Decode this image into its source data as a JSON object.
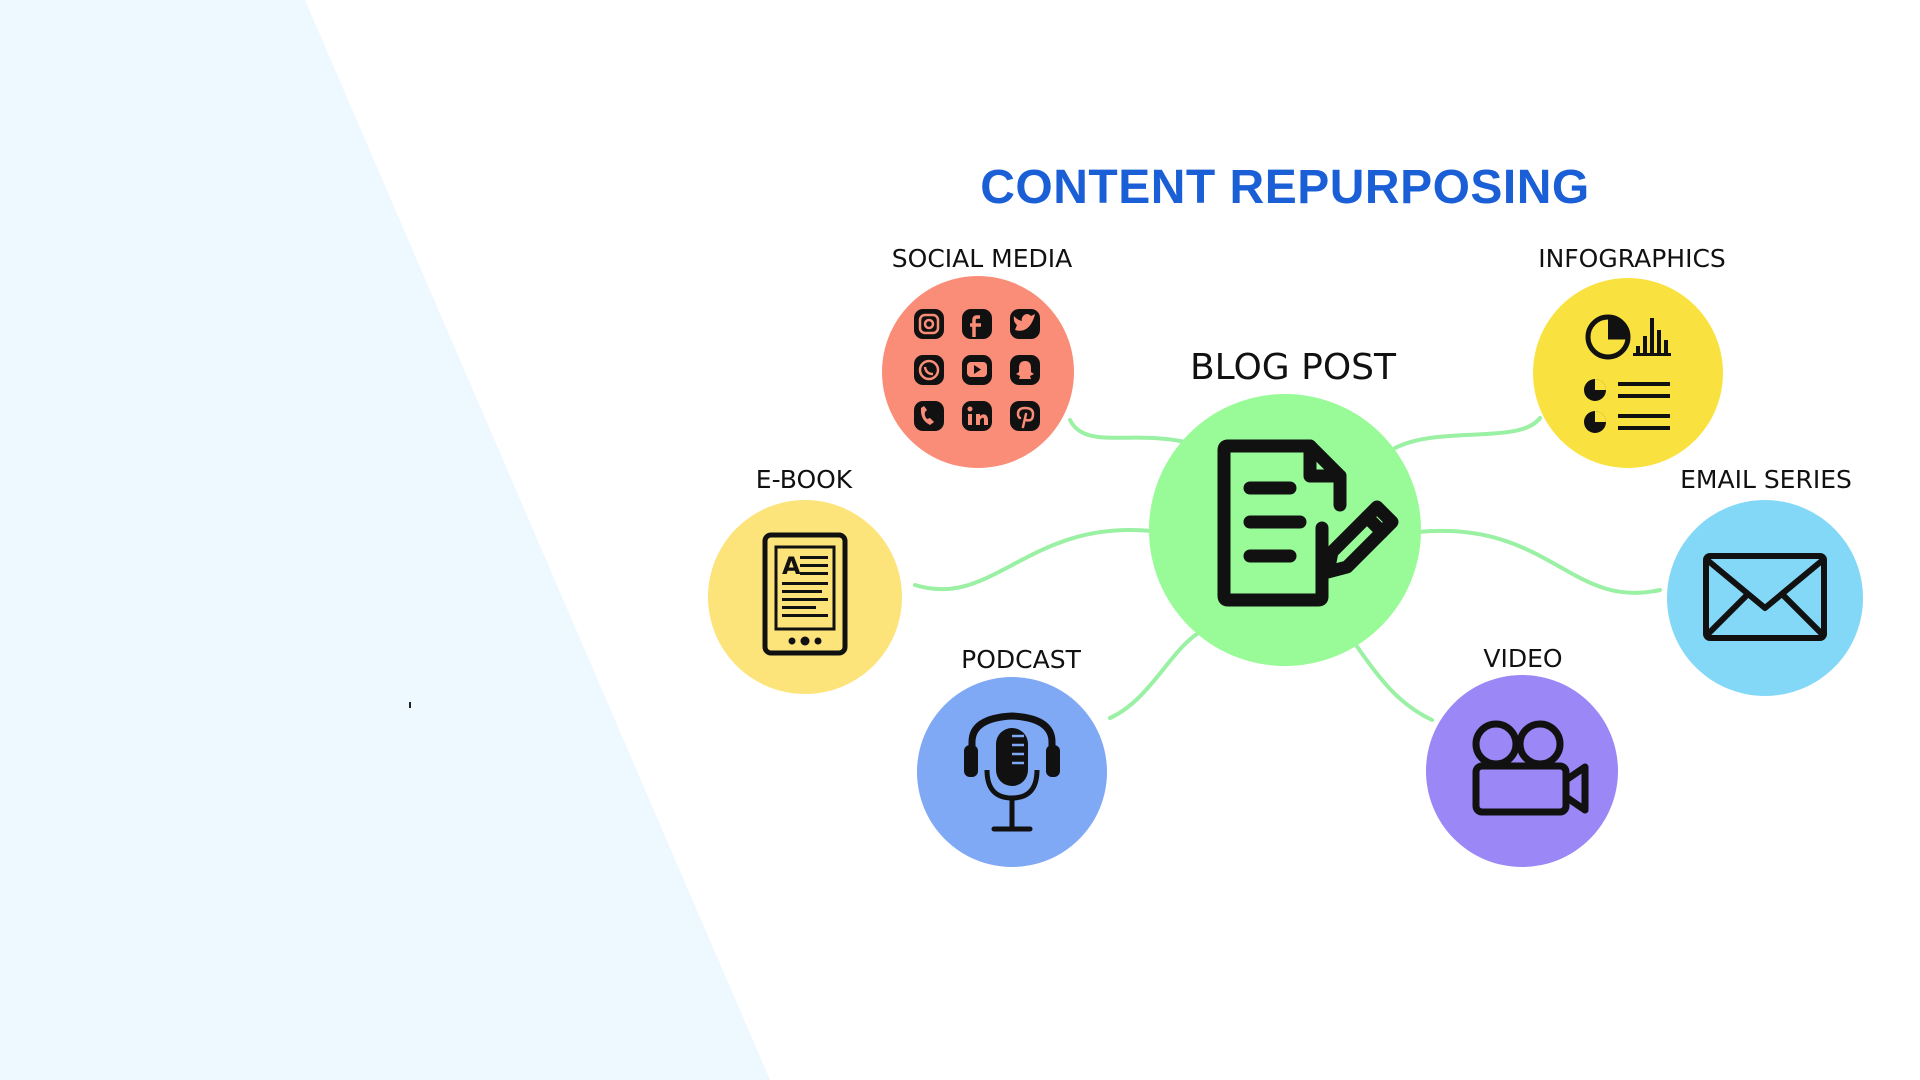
{
  "title": "CONTENT REPURPOSING",
  "center": {
    "label": "BLOG POST",
    "icon": "document-edit-icon",
    "color": "#98fb98"
  },
  "nodes": {
    "social_media": {
      "label": "SOCIAL MEDIA",
      "icon": "social-media-grid-icon",
      "color": "#fa8d78"
    },
    "infographics": {
      "label": "INFOGRAPHICS",
      "icon": "pie-chart-icon",
      "color": "#f9e23f"
    },
    "ebook": {
      "label": "E-BOOK",
      "icon": "ebook-reader-icon",
      "color": "#fce37a"
    },
    "email_series": {
      "label": "EMAIL SERIES",
      "icon": "envelope-icon",
      "color": "#84d8f7"
    },
    "podcast": {
      "label": "PODCAST",
      "icon": "microphone-headphones-icon",
      "color": "#7fa8f5"
    },
    "video": {
      "label": "VIDEO",
      "icon": "video-camera-icon",
      "color": "#9b87f5"
    }
  },
  "colors": {
    "title": "#1a5fd6",
    "connector": "#9af0a3",
    "background_panel": "#eef8ff"
  }
}
